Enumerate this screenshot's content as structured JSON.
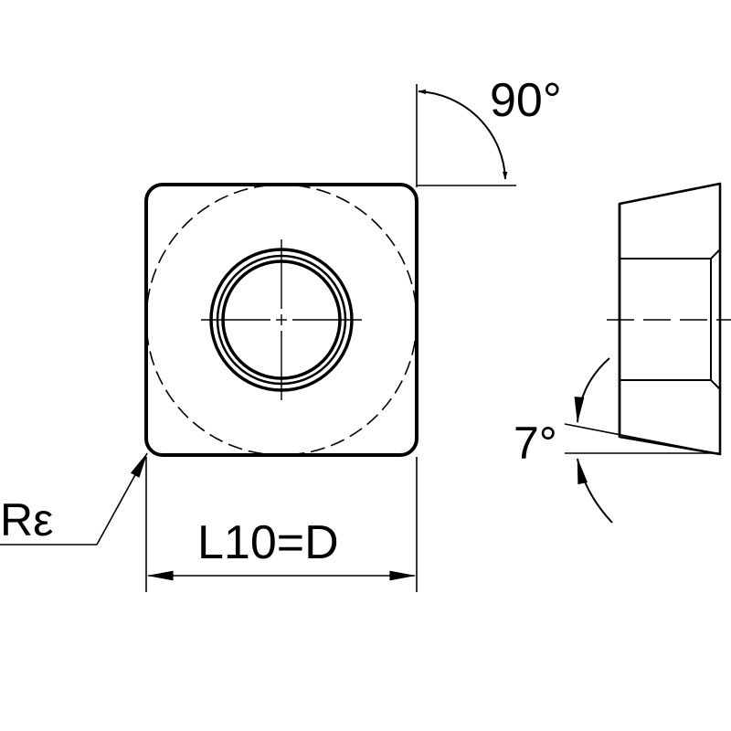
{
  "labels": {
    "angle_top": "90°",
    "angle_side": "7°",
    "corner_radius": "Rε",
    "length": "L10=D"
  },
  "colors": {
    "line": "#000000",
    "background": "#ffffff"
  }
}
